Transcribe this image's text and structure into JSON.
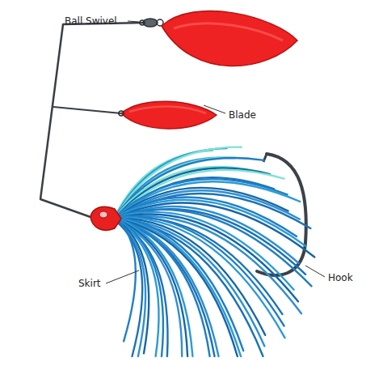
{
  "diagram": {
    "labels": [
      "Ball Swivel",
      "Blade",
      "Skirt",
      "Hook"
    ]
  }
}
